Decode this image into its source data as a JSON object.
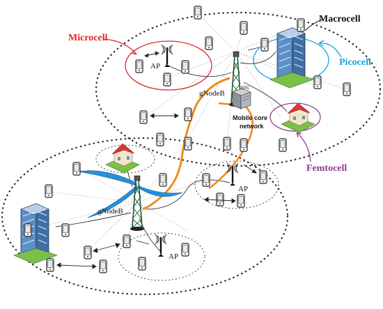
{
  "labels": {
    "macrocell": "Macrocell",
    "microcell": "Microcell",
    "picocell": "Picocell",
    "femtocell": "Femtocell",
    "gnodeb_top": "gNodeB",
    "gnodeb_bottom": "gNodeB",
    "ap_top": "AP",
    "ap_right": "AP",
    "ap_bottom": "AP",
    "core_line1": "Mobile core",
    "core_line2": "network",
    "epc": "EPC"
  },
  "colors": {
    "microcell": "#e0262e",
    "picocell": "#1aa3df",
    "femtocell": "#8e3d8f",
    "backhaul": "#f08a1c",
    "beam": "#2a8fd6"
  },
  "icons": [
    "phone-icon",
    "tower-icon",
    "ap-antenna-icon",
    "building-icon",
    "house-icon",
    "server-icon"
  ]
}
